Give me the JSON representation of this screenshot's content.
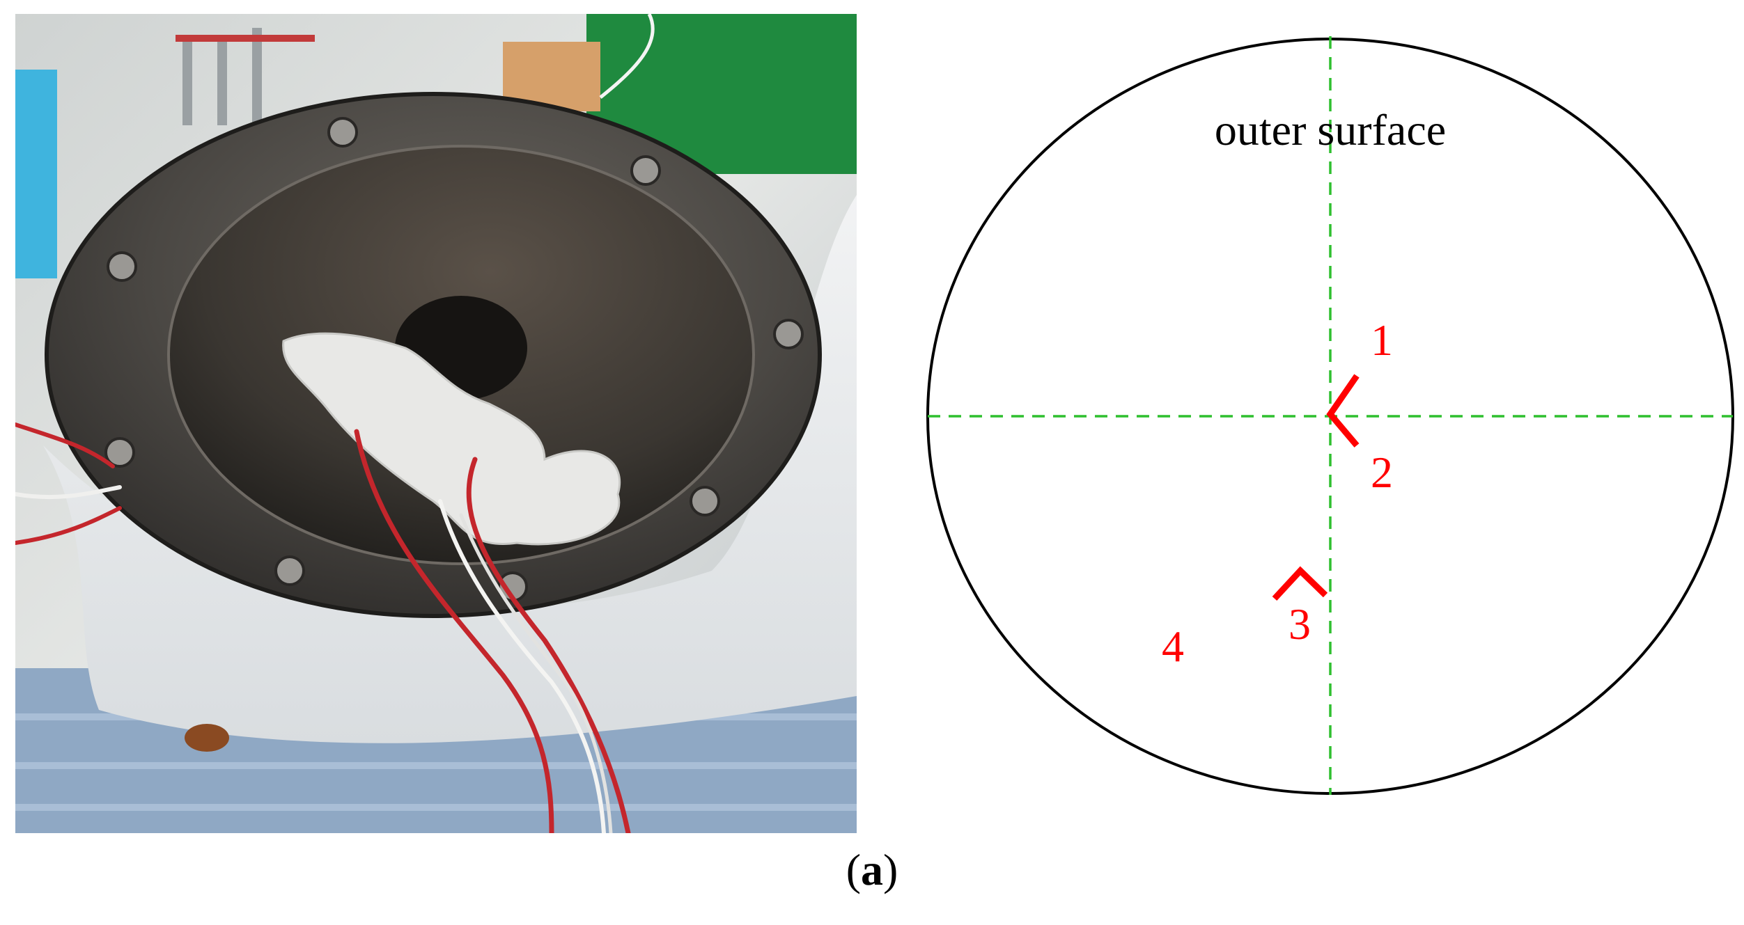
{
  "figure": {
    "diagram": {
      "surface_label": "outer surface",
      "gauge_labels": [
        "1",
        "2",
        "3",
        "4"
      ],
      "colors": {
        "circle": "#000000",
        "axis_lines": "#2fbf2f",
        "gauges": "#ff0000",
        "label_text": "#000000"
      }
    },
    "caption": {
      "open": "(",
      "letter": "a",
      "close": ")"
    }
  }
}
